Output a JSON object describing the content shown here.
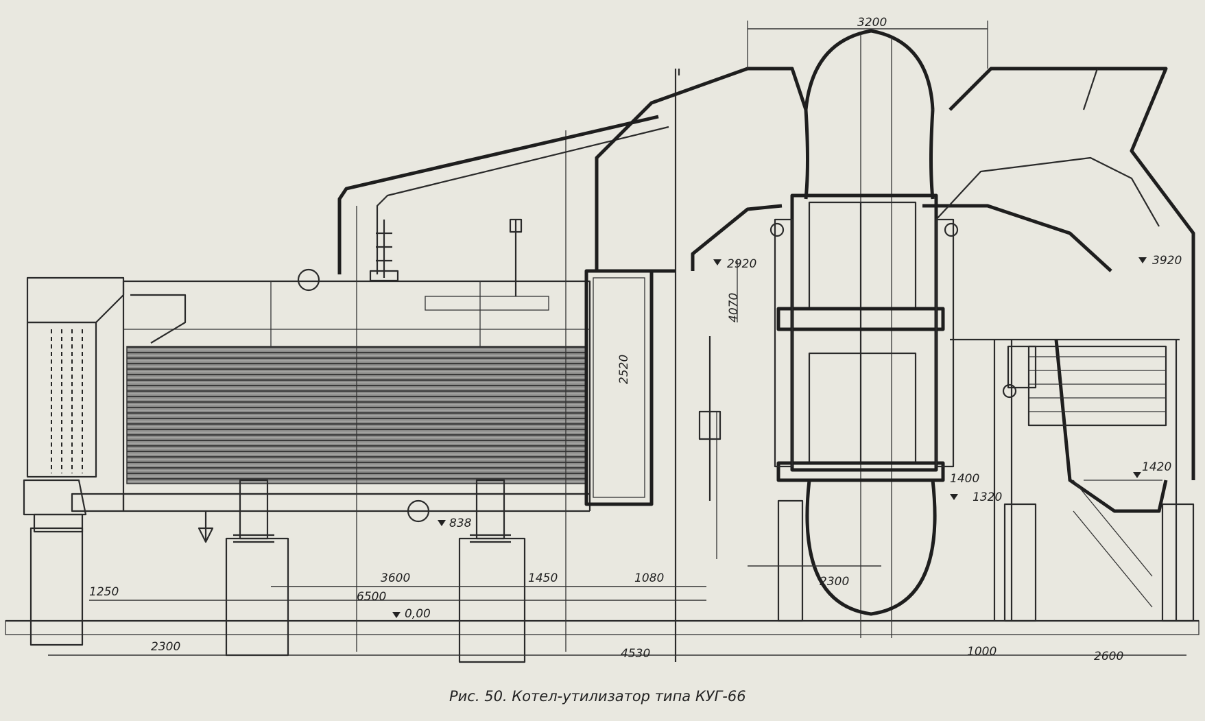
{
  "caption": "Рис. 50. Котел-утилизатор типа КУГ-66",
  "dimensions": {
    "d3200": "3200",
    "d3920": "3920",
    "d2920": "2920",
    "d4070": "4070",
    "d2520": "2520",
    "d1400": "1400",
    "d1420": "1420",
    "d1320": "1320",
    "d838": "838",
    "d3600": "3600",
    "d1450": "1450",
    "d1080": "1080",
    "d1250": "1250",
    "d6500": "6500",
    "d000": "0,00",
    "d2300a": "2300",
    "d4530": "4530",
    "d2300b": "2300",
    "d1000": "1000",
    "d2600": "2600"
  },
  "colors": {
    "paper": "#e9e8e0",
    "ink": "#222222"
  }
}
